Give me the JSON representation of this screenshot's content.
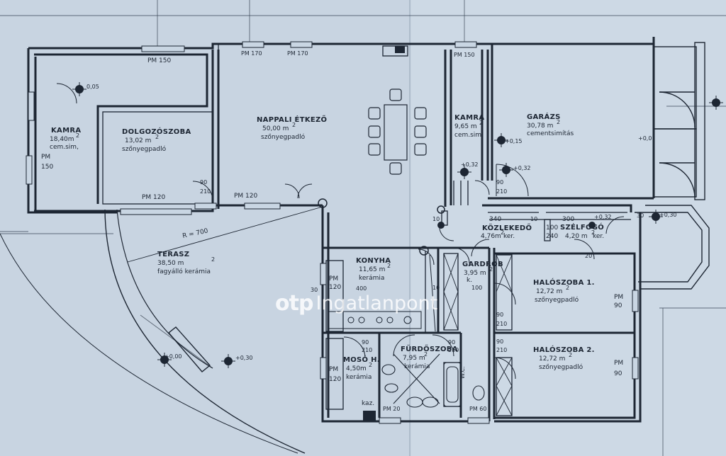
{
  "rooms": {
    "kamra1": {
      "name": "KAMRA",
      "area": "18,40m",
      "floor": "cem.sim,"
    },
    "dolgozo": {
      "name": "DOLGOZÓSZOBA",
      "area": "13,02 m",
      "floor": "szőnyegpadló"
    },
    "nappali": {
      "name": "NAPPALI ÉTKEZŐ",
      "area": "50,00 m",
      "floor": "szőnyegpadló"
    },
    "kamra2": {
      "name": "KAMRA",
      "area": "9,65 m",
      "floor": "cem.sim."
    },
    "garazs": {
      "name": "GARÁZS",
      "area": "30,78 m",
      "floor": "cementsimítás"
    },
    "terasz": {
      "name": "TERASZ",
      "area": "38,50 m",
      "floor": "fagyálló kerámia"
    },
    "konyha": {
      "name": "KONYHA",
      "area": "11,65 m",
      "floor": "kerámia"
    },
    "kozlekedo": {
      "name": "KÖZLEKEDŐ",
      "area": "4,76m",
      "floor": "ker."
    },
    "szelfogo": {
      "name": "SZÉLFOGÓ",
      "area": "4,20 m",
      "floor": "ker."
    },
    "gardrob": {
      "name": "GARDRÓB",
      "area": "3,95 m",
      "floor": "k."
    },
    "haloszoba1": {
      "name": "HALÓSZOBA 1.",
      "area": "12,72 m",
      "floor": "szőnyegpadló"
    },
    "haloszoba2": {
      "name": "HALÓSZOBA 2.",
      "area": "12,72 m",
      "floor": "szőnyegpadló"
    },
    "furdo": {
      "name": "FÜRDŐSZOBA",
      "area": "7,95 m",
      "floor": "kerámia"
    },
    "moso": {
      "name": "MOSÓ H.",
      "area": "4,50m",
      "floor": "kerámia"
    }
  },
  "superscript": "2",
  "annotations": {
    "pm150_top": "PM 150",
    "pm150_top2": "PM 150",
    "pm170_a": "PM 170",
    "pm170_b": "PM 170",
    "pm150_left": "PM",
    "pm150_left2": "150",
    "pm120_a": "PM 120",
    "pm120_b": "PM 120",
    "pm120_konyha": "PM",
    "pm120_konyha2": "120",
    "pm120_moso": "PM",
    "pm120_moso2": "120",
    "pm90_h1": "PM",
    "pm90_h1b": "90",
    "pm90_h2": "PM",
    "pm90_h2b": "90",
    "radius": "R = 700",
    "lvl_005": "0,05",
    "lvl_015": "+0,15",
    "lvl_032a": "+0,32",
    "lvl_032b": "+0,32",
    "lvl_032c": "+0,32",
    "lvl_030a": "+0,30",
    "lvl_030b": "+0,30",
    "lvl_000": "+0,00",
    "lvl_009": "+0,0",
    "dim_340": "340",
    "dim_300": "300",
    "dim_240": "240",
    "dim_100a": "100",
    "dim_100b": "100",
    "dim_400": "400",
    "dim_10": "10",
    "dim_30": "30",
    "dim_20": "20",
    "d90": "90",
    "d210": "210",
    "wc": "W.C.",
    "kaz": "kaz.",
    "pm20": "PM 20",
    "pm60": "PM 60",
    "pm150_kamra": "PM 150"
  },
  "watermark": {
    "logo": "otp",
    "text": "Ingatlanpont"
  }
}
